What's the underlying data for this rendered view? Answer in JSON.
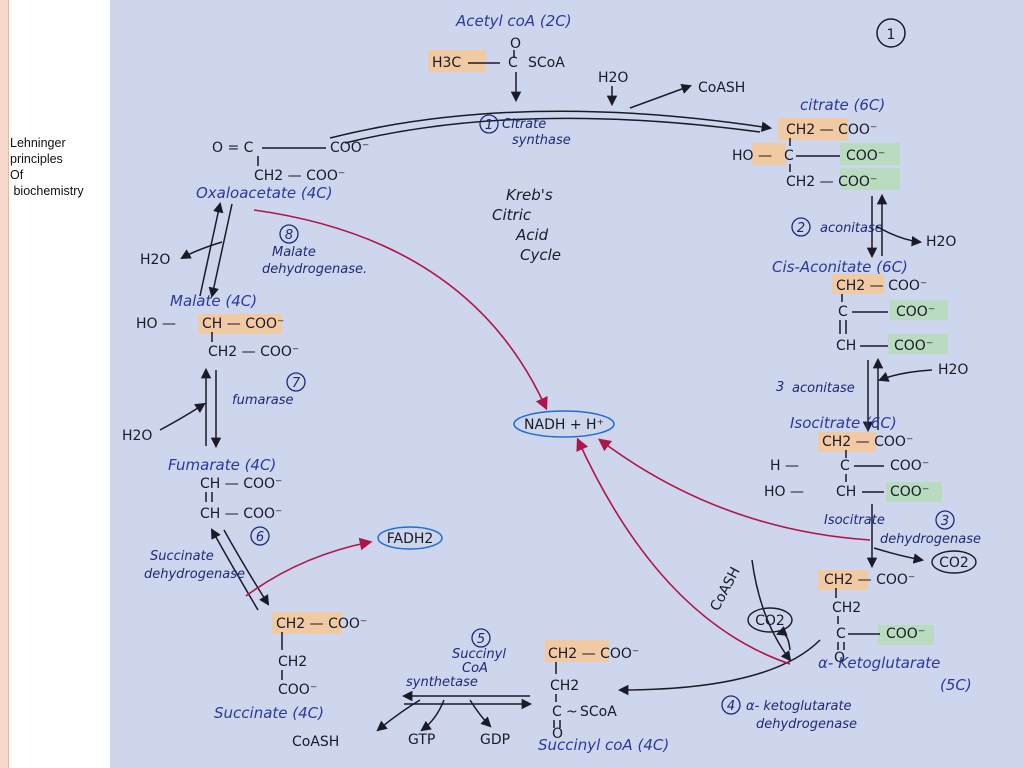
{
  "sidebar": {
    "caption_lines": [
      "Lehninger",
      "principles",
      "Of",
      " biochemistry"
    ]
  },
  "diagram": {
    "page_number": "1",
    "title_lines": [
      "Kreb's",
      "Citric",
      "Acid",
      "Cycle"
    ],
    "acetyl_coa": {
      "name": "Acetyl coA (2C)",
      "carbonyl_o": "O",
      "formula_left": "H3C",
      "formula_right": "SCoA",
      "h2o": "H2O",
      "coash": "CoASH"
    },
    "citrate": {
      "name": "citrate (6C)",
      "row1": "CH2 — COO⁻",
      "row2_left": "HO —",
      "row2_c": "C",
      "row2_right": "COO⁻",
      "row3": "CH2 — COO⁻"
    },
    "step1": {
      "number": "1",
      "enzyme": [
        "Citrate",
        "synthase"
      ]
    },
    "step2": {
      "number": "2",
      "enzyme": "aconitase",
      "product": "H2O"
    },
    "cis_aconitate": {
      "name": "Cis-Aconitate (6C)",
      "row1": "CH2 — COO⁻",
      "row2_c": "C",
      "row2_right": "COO⁻",
      "row3_c": "CH",
      "row3_right": "COO⁻"
    },
    "step3_aconitase": {
      "number": "3",
      "enzyme": "aconitase",
      "reactant": "H2O"
    },
    "isocitrate": {
      "name": "Isocitrate (6C)",
      "row1": "CH2 — COO⁻",
      "row2_left": "H —",
      "row2_c": "C",
      "row2_right": "COO⁻",
      "row3_left": "HO —",
      "row3_c": "CH",
      "row3_right": "COO⁻"
    },
    "step3": {
      "number": "3",
      "enzyme": [
        "Isocitrate",
        "dehydrogenase"
      ],
      "product": "CO2"
    },
    "alpha_kg": {
      "name": [
        "α- Ketoglutarate",
        "(5C)"
      ],
      "row1": "CH2 — COO⁻",
      "row2": "CH2",
      "row3_c": "C",
      "row3_right": "COO⁻",
      "row4": "O"
    },
    "step4": {
      "number": "4",
      "enzyme": [
        "α- ketoglutarate",
        "dehydrogenase"
      ],
      "coash": "CoASH",
      "co2": "CO2"
    },
    "succinyl_coa": {
      "name": "Succinyl coA (4C)",
      "row1": "CH2 — COO⁻",
      "row2": "CH2",
      "row3_c": "C",
      "row3_right": "SCoA",
      "row4": "O"
    },
    "step5": {
      "number": "5",
      "enzyme": [
        "Succinyl",
        "CoA",
        "synthetase"
      ],
      "coash": "CoASH",
      "gtp": "GTP",
      "gdp": "GDP"
    },
    "succinate": {
      "name": "Succinate (4C)",
      "row1": "CH2 — COO⁻",
      "row2": "CH2",
      "row3": "COO⁻"
    },
    "step6": {
      "number": "6",
      "enzyme": [
        "Succinate",
        "dehydrogenase"
      ]
    },
    "fadh2": "FADH2",
    "fumarate": {
      "name": "Fumarate (4C)",
      "row1": "CH — COO⁻",
      "row2": "CH — COO⁻"
    },
    "step7": {
      "number": "7",
      "enzyme": "fumarase",
      "reactant": "H2O"
    },
    "malate": {
      "name": "Malate (4C)",
      "row1_left": "HO —",
      "row1": "CH — COO⁻",
      "row2": "CH2 — COO⁻"
    },
    "step8": {
      "number": "8",
      "enzyme": [
        "Malate",
        "dehydrogenase."
      ],
      "product": "H2O"
    },
    "oxaloacetate": {
      "name": "Oxaloacetate (4C)",
      "row1_left": "O = C",
      "row1_right": "COO⁻",
      "row2": "CH2 — COO⁻"
    },
    "nadh": "NADH + H⁺",
    "colors": {
      "notebook_paper": "#cdd6ec",
      "ink_blue": "#2b3a9a",
      "ink_black": "#1a1a28",
      "arrow_red": "#b0154a",
      "highlight_orange": "#f1c9a3",
      "highlight_green": "#b9dcc0"
    }
  }
}
